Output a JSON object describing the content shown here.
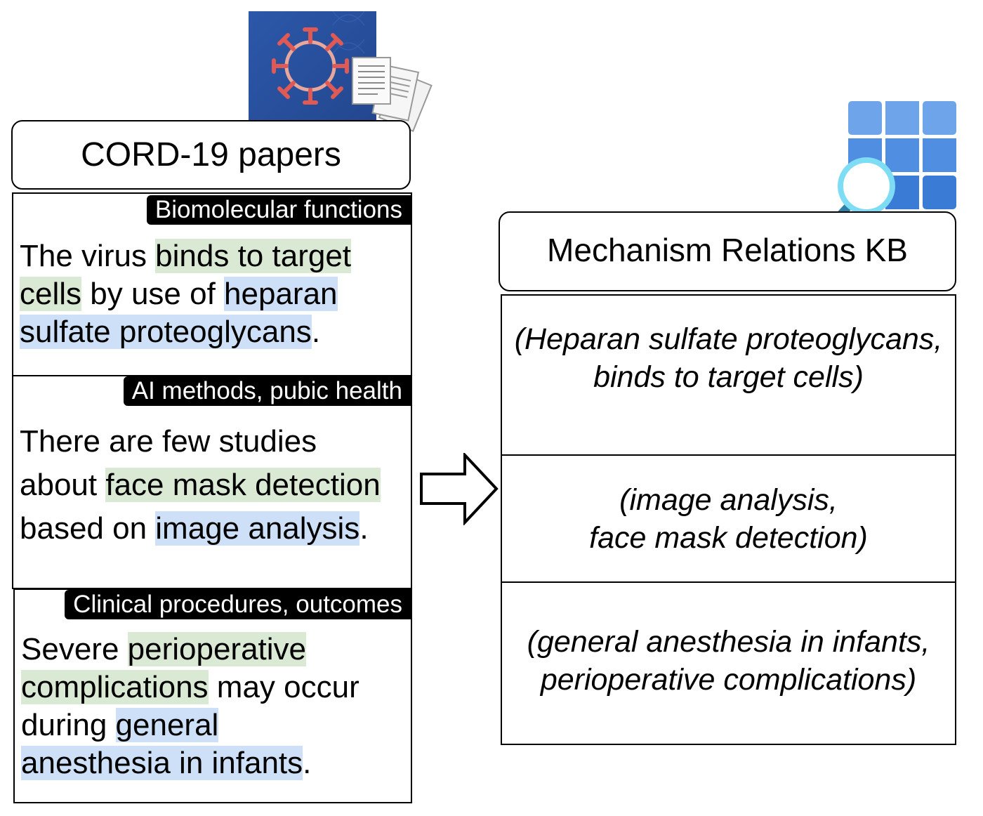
{
  "header": {
    "title": "CORD-19 papers"
  },
  "papers": [
    {
      "tag": "Biomolecular functions",
      "lines": [
        [
          "The virus ",
          "binds to target"
        ],
        [
          "cells",
          " by use of ",
          "heparan"
        ],
        [
          "sulfate proteoglycans",
          "."
        ]
      ]
    },
    {
      "tag": "AI methods, pubic health",
      "lines": [
        [
          "There are few studies"
        ],
        [
          "about ",
          "face mask detection"
        ],
        [
          "based on ",
          "image analysis",
          "."
        ]
      ]
    },
    {
      "tag": "Clinical procedures, outcomes",
      "lines": [
        [
          "Severe ",
          "perioperative"
        ],
        [
          "complications",
          " may occur"
        ],
        [
          "during ",
          "general"
        ],
        [
          "anesthesia in infants",
          "."
        ]
      ]
    }
  ],
  "kb": {
    "title": "Mechanism Relations KB",
    "rows": [
      {
        "line1": "(Heparan sulfate proteoglycans,",
        "line2": "binds to target cells)"
      },
      {
        "line1": "(image analysis,",
        "line2": "face mask detection)"
      },
      {
        "line1": "(general anesthesia in infants,",
        "line2": "perioperative complications)"
      }
    ]
  },
  "colors": {
    "highlight_green": "#d9e9d3",
    "highlight_blue": "#cde0f7",
    "virus_bg": "#2c58a9",
    "virus_red": "#e05a55",
    "grid_blue": "#4f8ee0",
    "magnifier": "#7fdcf5"
  },
  "icons": [
    "virus-icon",
    "documents-icon",
    "right-arrow-icon",
    "table-grid-icon",
    "magnifier-icon"
  ]
}
